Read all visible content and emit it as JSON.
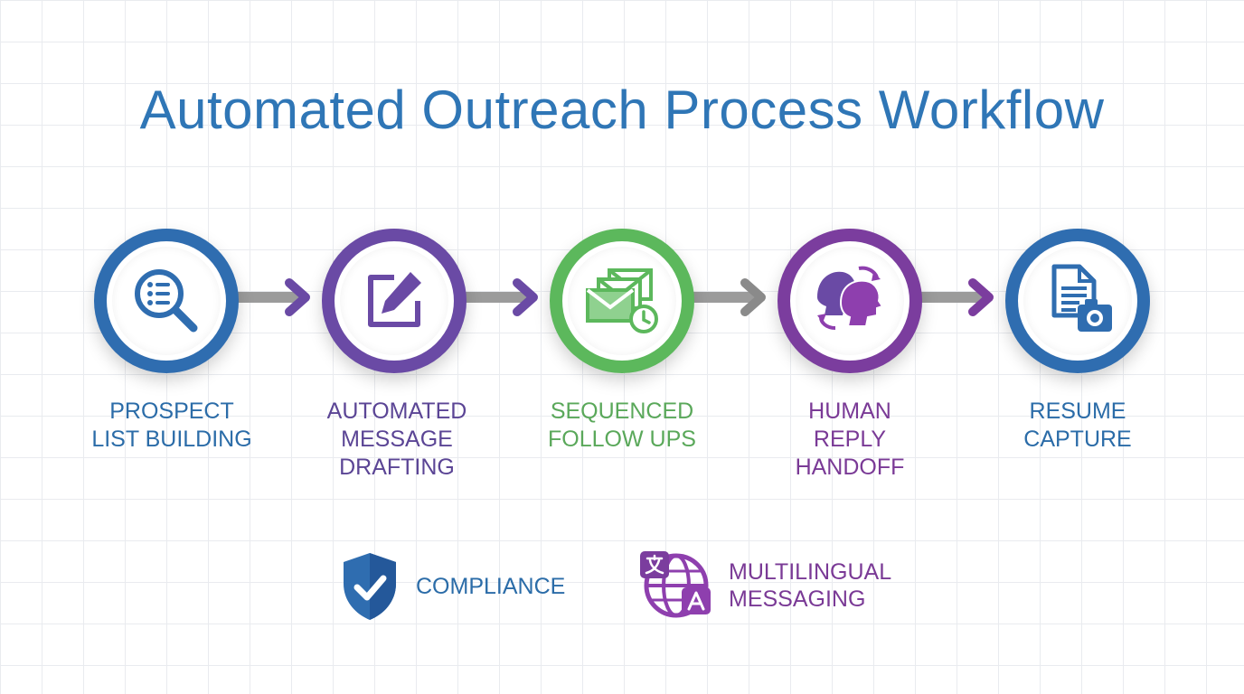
{
  "title": "Automated Outreach Process Workflow",
  "colors": {
    "title": "#2f76b6",
    "blue": "#2f6db0",
    "purple": "#6a4aa5",
    "green": "#5cb85c",
    "violet": "#7b3d9e",
    "blue2": "#2f6db0",
    "connector_bar": "#9b9b9b",
    "arrow_purple": "#6a4aa5",
    "arrow_gray": "#8a8a8a",
    "arrow_violet": "#7b3d9e",
    "label_blue": "#2b6ca8",
    "label_purple": "#5b4595",
    "label_green": "#5aa85a",
    "label_violet": "#7a3a96"
  },
  "steps": [
    {
      "icon": "search-list-icon",
      "label_lines": [
        "PROSPECT",
        "LIST BUILDING"
      ]
    },
    {
      "icon": "edit-pencil-icon",
      "label_lines": [
        "AUTOMATED",
        "MESSAGE",
        "DRAFTING"
      ]
    },
    {
      "icon": "envelopes-clock-icon",
      "label_lines": [
        "SEQUENCED",
        "FOLLOW UPS"
      ]
    },
    {
      "icon": "human-handoff-icon",
      "label_lines": [
        "HUMAN",
        "REPLY",
        "HANDOFF"
      ]
    },
    {
      "icon": "document-camera-icon",
      "label_lines": [
        "RESUME",
        "CAPTURE"
      ]
    }
  ],
  "features": [
    {
      "icon": "shield-check-icon",
      "label_lines": [
        "COMPLIANCE"
      ]
    },
    {
      "icon": "translate-globe-icon",
      "label_lines": [
        "MULTILINGUAL",
        "MESSAGING"
      ]
    }
  ]
}
